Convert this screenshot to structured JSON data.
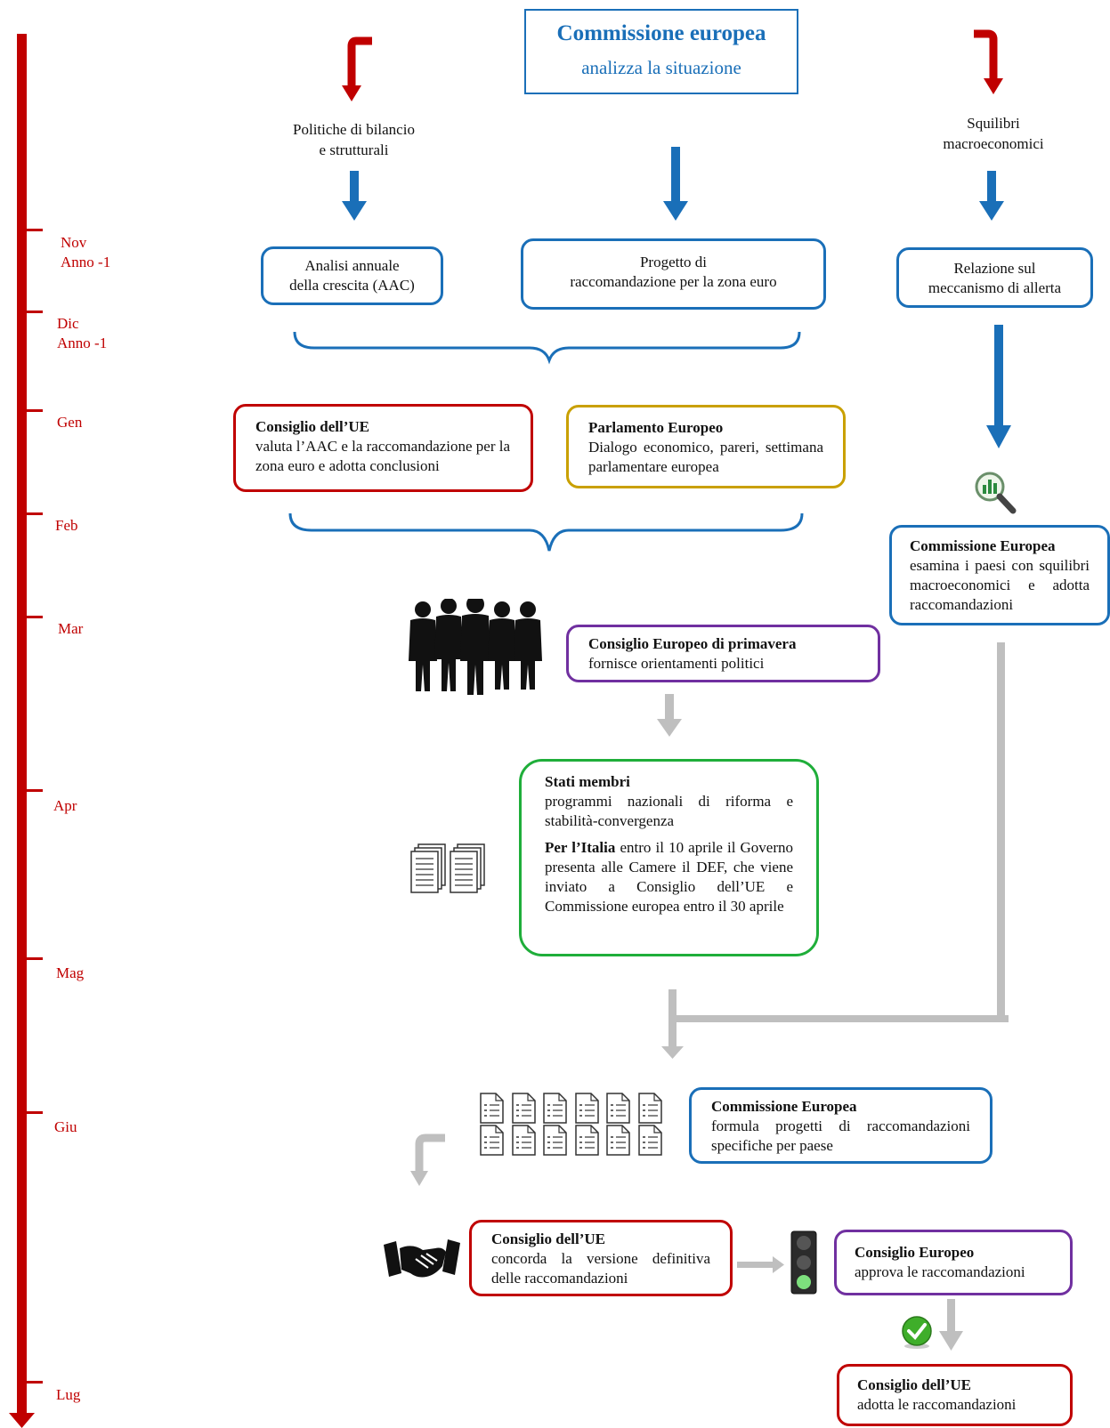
{
  "timeline": {
    "months": [
      {
        "label": "Nov\nAnno -1"
      },
      {
        "label": "Dic\nAnno -1"
      },
      {
        "label": "Gen"
      },
      {
        "label": "Feb"
      },
      {
        "label": "Mar"
      },
      {
        "label": "Apr"
      },
      {
        "label": "Mag"
      },
      {
        "label": "Giu"
      },
      {
        "label": "Lug"
      }
    ],
    "color": "#c00000"
  },
  "header": {
    "title": "Commissione europea",
    "subtitle": "analizza la situazione"
  },
  "branches": {
    "left": "Politiche di bilancio\ne strutturali",
    "right": "Squilibri\nmacroeconomici"
  },
  "boxes": {
    "aac": "Analisi annuale\ndella crescita (AAC)",
    "progetto": "Progetto di\nraccomandazione per la zona euro",
    "relazione": "Relazione sul\nmeccanismo di allerta",
    "consiglio_ue_1": {
      "title": "Consiglio dell’UE",
      "text": "valuta l’AAC e la raccomandazione per la zona euro e adotta conclusioni"
    },
    "parlamento": {
      "title": "Parlamento Europeo",
      "text": "Dialogo economico, pareri, settimana parlamentare europea"
    },
    "commissione_esamina": {
      "title": "Commissione Europea",
      "text": "esamina i paesi con squilibri macroeconomici e adotta raccomandazioni"
    },
    "consiglio_europeo_primavera": {
      "title": "Consiglio Europeo di primavera",
      "text": "fornisce orientamenti politici"
    },
    "stati_membri": {
      "title": "Stati membri",
      "text": "programmi nazionali di riforma e stabilità-convergenza",
      "italy_bold": "Per l’Italia",
      "italy_text": " entro il 10 aprile il Governo presenta alle Camere il DEF, che viene inviato a Consiglio dell’UE e Commissione europea entro il 30 aprile"
    },
    "commissione_formula": {
      "title": "Commissione Europea",
      "text": "formula progetti di raccomandazioni specifiche per paese"
    },
    "consiglio_ue_2": {
      "title": "Consiglio dell’UE",
      "text": "concorda la versione definitiva delle raccomandazioni"
    },
    "consiglio_europeo_approva": {
      "title": "Consiglio Europeo",
      "text": "approva le raccomandazioni"
    },
    "consiglio_ue_3": {
      "title": "Consiglio dell’UE",
      "text": "adotta le raccomandazioni"
    }
  },
  "colors": {
    "blue": "#1a6fb8",
    "red": "#c00000",
    "gold": "#c9a000",
    "purple": "#7030a0",
    "green": "#1fae3a",
    "gray": "#bfbfbf"
  },
  "icons": [
    "magnifier-chart-icon",
    "businessmen-silhouette-icon",
    "documents-stack-icon",
    "checklist-documents-icon",
    "handshake-icon",
    "traffic-light-icon",
    "checkmark-icon"
  ]
}
